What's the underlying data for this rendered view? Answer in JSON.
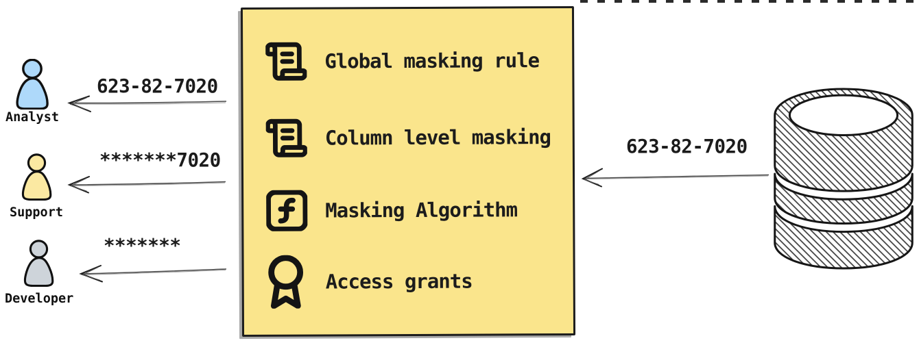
{
  "canvas": {
    "background": "#ffffff"
  },
  "users": [
    {
      "id": "analyst",
      "label": "Analyst",
      "masked_value": "623-82-7020",
      "color": "#aed9fa"
    },
    {
      "id": "support",
      "label": "Support",
      "masked_value": "*******7020",
      "color": "#fbe9a2"
    },
    {
      "id": "developer",
      "label": "Developer",
      "masked_value": "*******",
      "color": "#ced4da"
    }
  ],
  "box": {
    "background_color": "#fae58c",
    "items": [
      {
        "icon": "scroll-text-icon",
        "label": "Global masking rule"
      },
      {
        "icon": "scroll-text-icon",
        "label": "Column level masking"
      },
      {
        "icon": "function-square-icon",
        "label": "Masking Algorithm"
      },
      {
        "icon": "award-icon",
        "label": "Access grants"
      }
    ]
  },
  "database": {
    "icon": "database-icon",
    "outgoing_value": "623-82-7020"
  }
}
